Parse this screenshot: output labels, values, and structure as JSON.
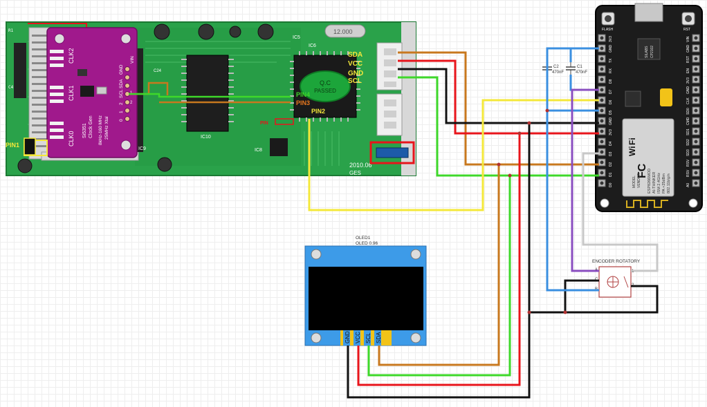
{
  "board": {
    "module_labels": {
      "clk2": "CLK2",
      "clk1": "CLK1",
      "clk0": "CLK0",
      "chip_name": "Si5351",
      "chip_desc": "Clock Gen",
      "range": "8kHz-160 MHz",
      "xtal": "25MHz Xtal",
      "pins": [
        "GND",
        "VIN",
        "SDA",
        "SCL",
        "0",
        "1",
        "2"
      ],
      "pin_numbers": [
        "1",
        "2"
      ]
    },
    "refs": {
      "ic5": "IC5",
      "ic6": "IC6",
      "ic8": "IC8",
      "ic9": "IC9",
      "ic10": "IC10",
      "c24": "C24",
      "c4": "C4",
      "r1": "R1"
    },
    "crystal": "12.000",
    "stamp": {
      "line1": "Q.C",
      "line2": "PASSED"
    },
    "date": "2010.06",
    "ges": "GES",
    "pin_labels": {
      "pin1": "PIN1",
      "pin2": "PIN2",
      "pin3": "PIN3",
      "pin4": "PIN4"
    },
    "connector_labels": {
      "sda": "SDA",
      "vcc": "VCC",
      "gnd": "GND",
      "scl": "SCL"
    }
  },
  "esp": {
    "buttons": {
      "flash": "FLASH",
      "rst": "RST"
    },
    "usb_chip": {
      "line1": "SILABS",
      "line2": "CP2102"
    },
    "module": {
      "line1": "ESP8266MOD",
      "line2": "AI-THINKER",
      "line3": "ISM 2.4GHz",
      "line4": "PA +25dBm",
      "line5": "802.11b/g/n",
      "wifi": "Wi",
      "fi": "Fi",
      "fcc": "FC",
      "model": "MODEL",
      "vendor": "VENDOR"
    },
    "left_pins": [
      "3V3",
      "GND",
      "TX",
      "RX",
      "D8",
      "D7",
      "D6",
      "D5",
      "GND",
      "3V3",
      "D4",
      "D3",
      "D2",
      "D1",
      "D0"
    ],
    "right_pins": [
      "VIN",
      "GND",
      "RST",
      "EN",
      "3V3",
      "GND",
      "CLK",
      "SD0",
      "CMD",
      "SD1",
      "SD2",
      "SD3",
      "RSV",
      "RSV",
      "A0"
    ]
  },
  "capacitors": [
    {
      "name": "C2",
      "value": "470nF"
    },
    {
      "name": "C1",
      "value": "470nF"
    }
  ],
  "oled": {
    "title": "OLED1",
    "subtitle": "OLED 0.96",
    "pins": [
      "GND",
      "VCC",
      "SCL",
      "SDA"
    ]
  },
  "encoder": {
    "title": "ENCODER ROTATORY",
    "pins": [
      "A",
      "C",
      "B",
      "1",
      "2"
    ]
  },
  "colors": {
    "wire_red": "#e8141b",
    "wire_black": "#111111",
    "wire_orange": "#c8781e",
    "wire_green": "#3ed82a",
    "wire_yellow": "#f4e83a",
    "wire_blue": "#3a8fe0",
    "wire_purple": "#8a4ec0",
    "wire_gray": "#c8c8c8",
    "pcb_green": "#2aa24a",
    "module_purple": "#a0198c",
    "oled_blue": "#3d9be8",
    "esp_black": "#1c1c1c"
  }
}
